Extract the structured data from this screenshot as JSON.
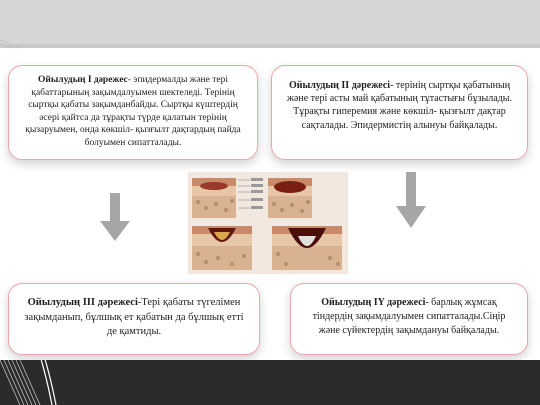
{
  "cards": [
    {
      "title": "Ойылудың I дәрежес",
      "body": "- эпидермалды және тері қабаттарының зақымдалуымен шектеледі. Терінің сыртқы қабаты зақымданбайды. Сыртқы күштердің әсері қайтса да тұрақты түрде қалатын терінің қызаруымен, онда көкшіл- қызғылт дақтардың пайда болуымен сипатталады."
    },
    {
      "title": "Ойылудың II дәрежесі",
      "body": "- терінің сыртқы қабатының және тері асты май қабатының тұтастығы бұзылады. Тұрақты гиперемия және көкшіл- қызғылт дақтар сақталады. Эпидермистің алынуы байқалады."
    },
    {
      "title": "Ойылудың III дәрежесі",
      "body": "-Тері қабаты түгелімен зақымданып, бұлшық ет қабатын да бұлшық етті де қамтиды."
    },
    {
      "title": "Ойылудың IY дәрежесі",
      "body": "- барлық жұмсақ тіндердің зақымдалуымен сипатталады.Сіңір және сүйектердің зақымдануы байқалады."
    }
  ],
  "colors": {
    "arrow": "#a6a6a6",
    "card_border": "#e8a8a8",
    "top_bar": "#d6d6d6",
    "bottom_bar": "#2b2b2b"
  }
}
